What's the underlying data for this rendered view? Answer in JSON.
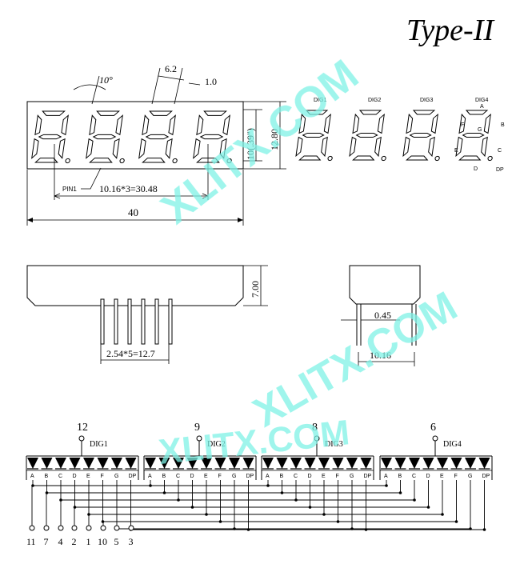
{
  "title": "Type-II",
  "watermark": [
    "XLITX.COM",
    "XLITX.COM",
    "XLITX.COM"
  ],
  "watermark_color": "#7ff2e6",
  "front_view": {
    "angle_label": "10°",
    "seg_width_label": "6.2",
    "seg_stroke_label": "1.0",
    "digit_height_label": "10(.39\")",
    "height_label": "12.80",
    "pin1_label": "PIN1",
    "pitch_label": "10.16*3=30.48",
    "width_label": "40"
  },
  "pinout_view": {
    "digit_labels": [
      "DIG1",
      "DIG2",
      "DIG3",
      "DIG4"
    ],
    "segment_labels": [
      "A",
      "B",
      "C",
      "D",
      "E",
      "F",
      "G",
      "DP"
    ]
  },
  "side_view": {
    "depth_label": "7.00",
    "pin_pitch_label": "2.54*5=12.7"
  },
  "end_view": {
    "pin_diameter_label": "0.45",
    "row_spacing_label": "10.16"
  },
  "schematic": {
    "digits": [
      {
        "name": "DIG1",
        "pin": "12"
      },
      {
        "name": "DIG2",
        "pin": "9"
      },
      {
        "name": "DIG3",
        "pin": "8"
      },
      {
        "name": "DIG4",
        "pin": "6"
      }
    ],
    "segments": [
      "A",
      "B",
      "C",
      "D",
      "E",
      "F",
      "G",
      "DP"
    ],
    "bottom_pins": [
      "11",
      "7",
      "4",
      "2",
      "1",
      "10",
      "5",
      "3"
    ]
  }
}
